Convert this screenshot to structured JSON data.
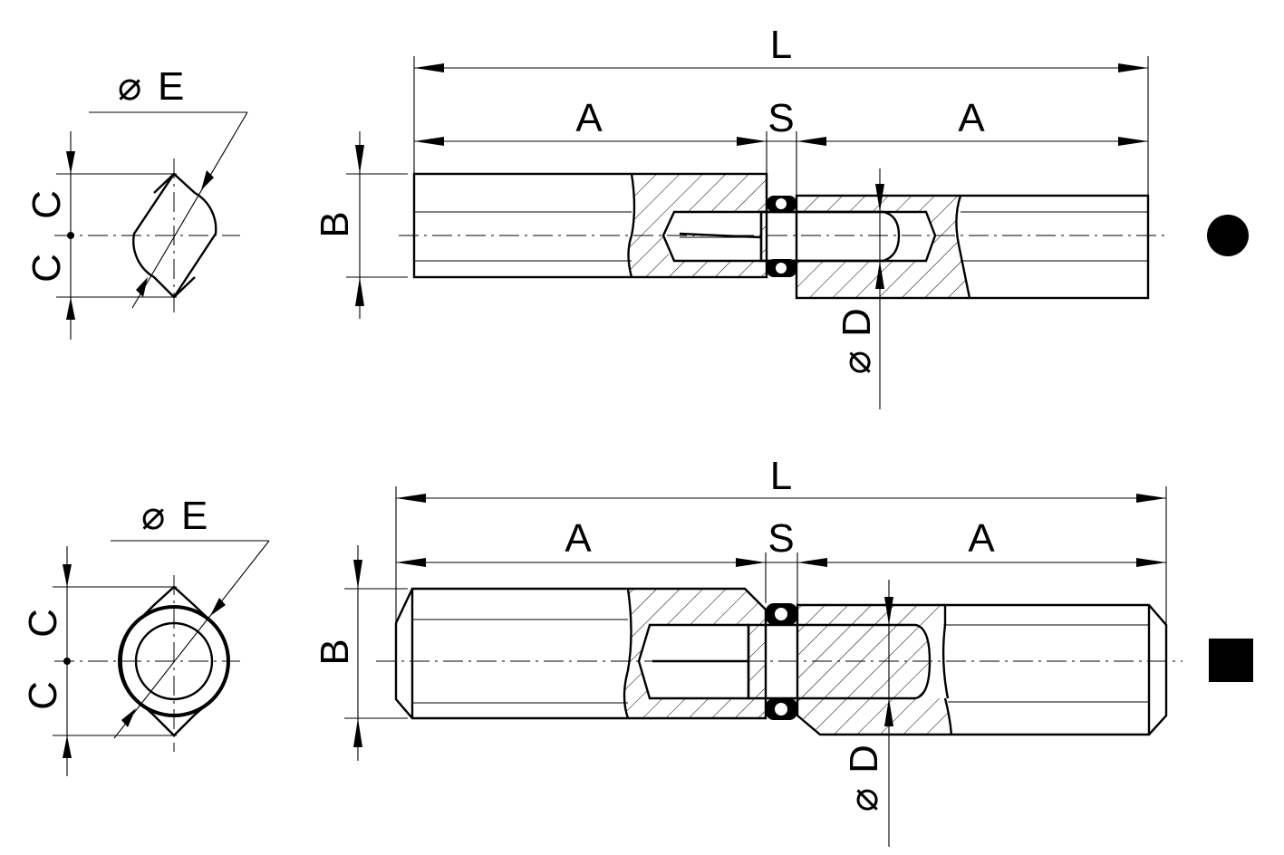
{
  "views": [
    {
      "id": "round",
      "labels": {
        "L": "L",
        "A_left": "A",
        "S": "S",
        "A_right": "A",
        "B": "B",
        "D": "D",
        "E": "E",
        "C_top": "C",
        "C_bottom": "C"
      },
      "diameter_symbol": "⌀",
      "marker": "circle"
    },
    {
      "id": "square",
      "labels": {
        "L": "L",
        "A_left": "A",
        "S": "S",
        "A_right": "A",
        "B": "B",
        "D": "D",
        "E": "E",
        "C_top": "C",
        "C_bottom": "C"
      },
      "diameter_symbol": "⌀",
      "marker": "square"
    }
  ]
}
